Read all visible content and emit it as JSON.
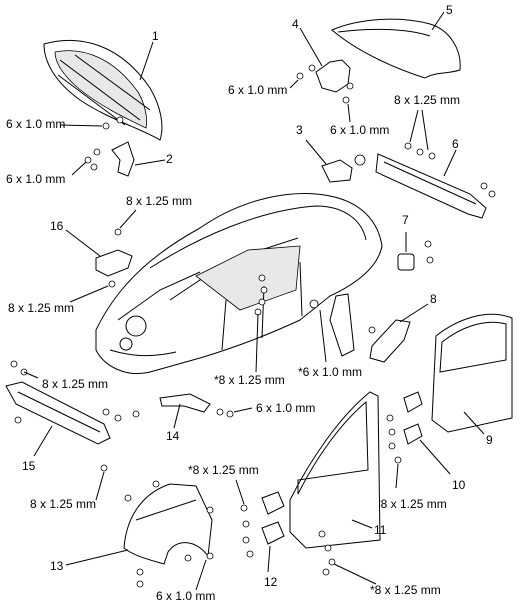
{
  "callouts": {
    "c1": "1",
    "c2": "2",
    "c3": "3",
    "c4": "4",
    "c5": "5",
    "c6": "6",
    "c7": "7",
    "c8": "8",
    "c9": "9",
    "c10": "10",
    "c11": "11",
    "c12": "12",
    "c13": "13",
    "c14": "14",
    "c15": "15",
    "c16": "16"
  },
  "fasteners": {
    "hood_top": "6 x 1.0 mm",
    "hood_bottom": "6 x 1.0 mm",
    "hinge4_left": "6 x 1.0 mm",
    "hinge4_right": "6 x 1.0 mm",
    "rear_bumper": "8 x 1.25 mm",
    "bracket16_top": "8 x 1.25 mm",
    "bracket16_bottom": "8 x 1.25 mm",
    "pillar_center": "*8 x 1.25 mm",
    "pillar_right": "*6 x 1.0 mm",
    "front_bumper_top": "8 x 1.25 mm",
    "bracket14": "6 x 1.0 mm",
    "front_bumper_bottom": "8 x 1.25 mm",
    "front_hinge_top": "*8 x 1.25 mm",
    "rear_hinge": "*8 x 1.25 mm",
    "fender_bottom": "6 x 1.0 mm",
    "front_hinge_bottom": "*8 x 1.25 mm"
  }
}
